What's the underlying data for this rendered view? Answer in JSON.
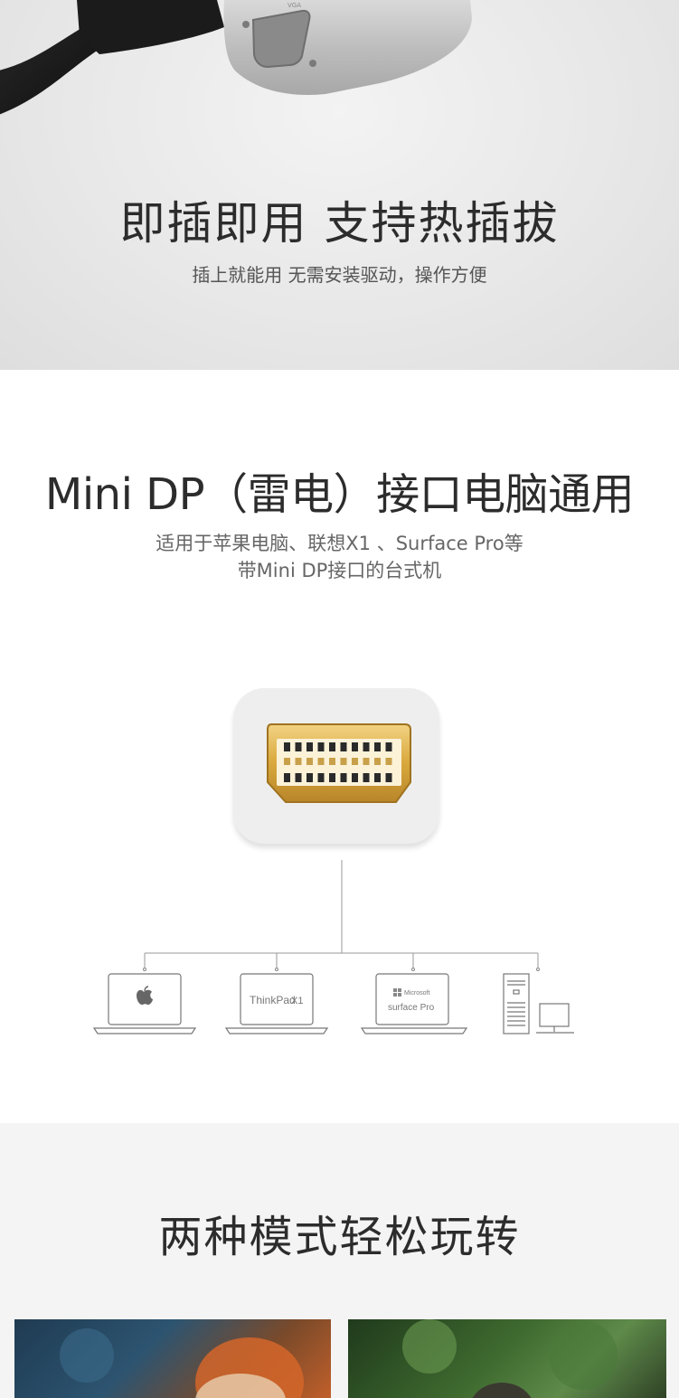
{
  "hero": {
    "title": "即插即用 支持热插拔",
    "subtitle": "插上就能用 无需安装驱动，操作方便",
    "adapter_label": "VGA"
  },
  "compat": {
    "title": "Mini DP（雷电）接口电脑通用",
    "subtitle_line1": "适用于苹果电脑、联想X1 、Surface Pro等",
    "subtitle_line2": "带Mini DP接口的台式机",
    "devices": {
      "thinkpad_label": "ThinkPad",
      "thinkpad_model": "X1",
      "ms_label": "Microsoft",
      "surface_label": "surface Pro"
    }
  },
  "modes": {
    "title": "两种模式轻松玩转"
  },
  "colors": {
    "gold_connector": "#d9a83c",
    "text_dark": "#2c2c2c",
    "text_gray": "#666666",
    "line_gray": "#999999"
  }
}
